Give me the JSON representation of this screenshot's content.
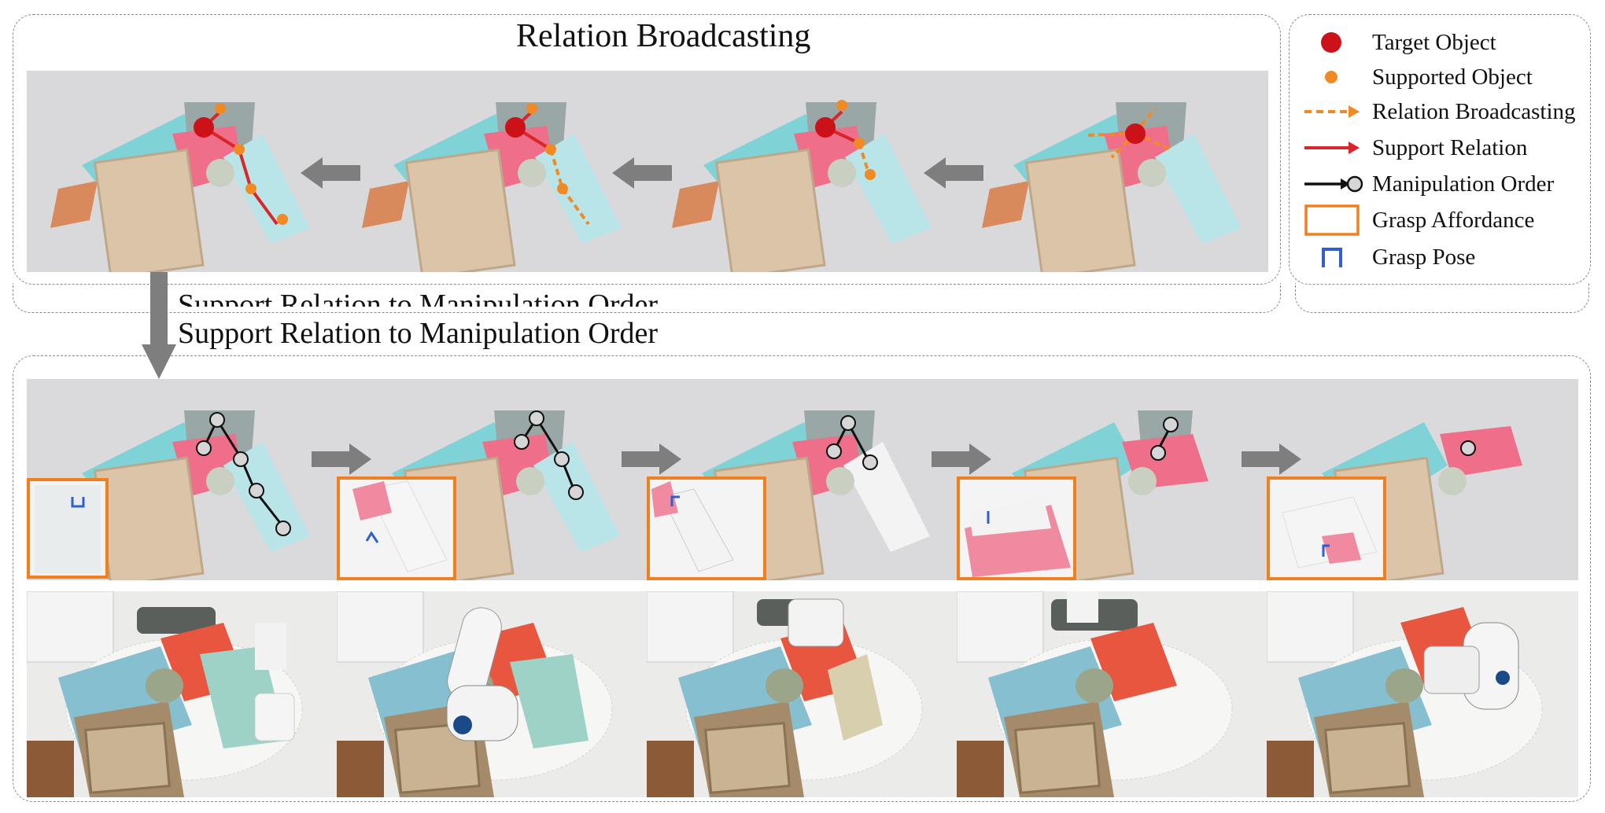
{
  "figure": {
    "top_title": "Relation Broadcasting",
    "bottom_title": "Support Relation to Manipulation Order",
    "clipped_title": "Support Relation to Manipulation Order"
  },
  "legend": [
    {
      "label": "Target Object",
      "icon": "target-dot-icon"
    },
    {
      "label": "Supported Object",
      "icon": "supported-dot-icon"
    },
    {
      "label": "Relation Broadcasting",
      "icon": "dashed-orange-arrow-icon"
    },
    {
      "label": "Support Relation",
      "icon": "red-arrow-icon"
    },
    {
      "label": "Manipulation Order",
      "icon": "black-arrow-node-icon"
    },
    {
      "label": "Grasp Affordance",
      "icon": "orange-box-icon"
    },
    {
      "label": "Grasp Pose",
      "icon": "blue-gripper-icon"
    }
  ],
  "colors": {
    "target": "#cc1218",
    "supported": "#f08a24",
    "support_relation": "#d8262b",
    "broadcast": "#f08a24",
    "order": "#111111",
    "affordance": "#f07f1f",
    "grasp": "#2f5fcf",
    "cyan_obj": "#7fd3d6",
    "pink_obj": "#ef6f8a",
    "beige_obj": "#dcc4a8"
  }
}
